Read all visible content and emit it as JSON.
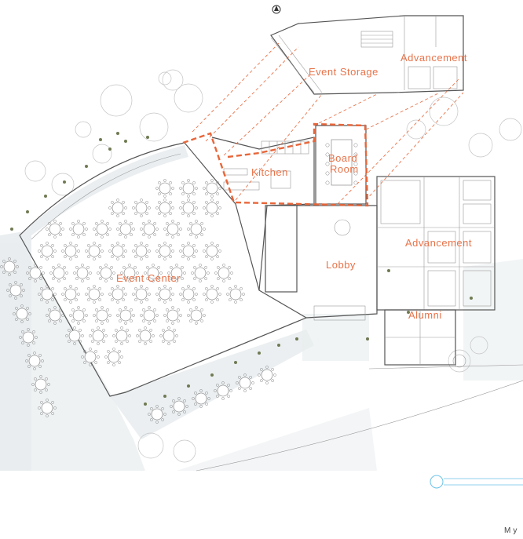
{
  "plan": {
    "labels": {
      "event_storage": "Event Storage",
      "advancement_top": "Advancement",
      "kitchen": "Kitchen",
      "board_room_line1": "Board",
      "board_room_line2": "Room",
      "event_center": "Event Center",
      "lobby": "Lobby",
      "advancement_right": "Advancement",
      "alumni": "Alumni"
    },
    "signature_fragment": "My",
    "colors": {
      "label": "#e8734a",
      "highlight": "#e8663a",
      "line": "#555555",
      "pavement": "#e8ecee",
      "vegetation": "#6f7a52"
    }
  }
}
